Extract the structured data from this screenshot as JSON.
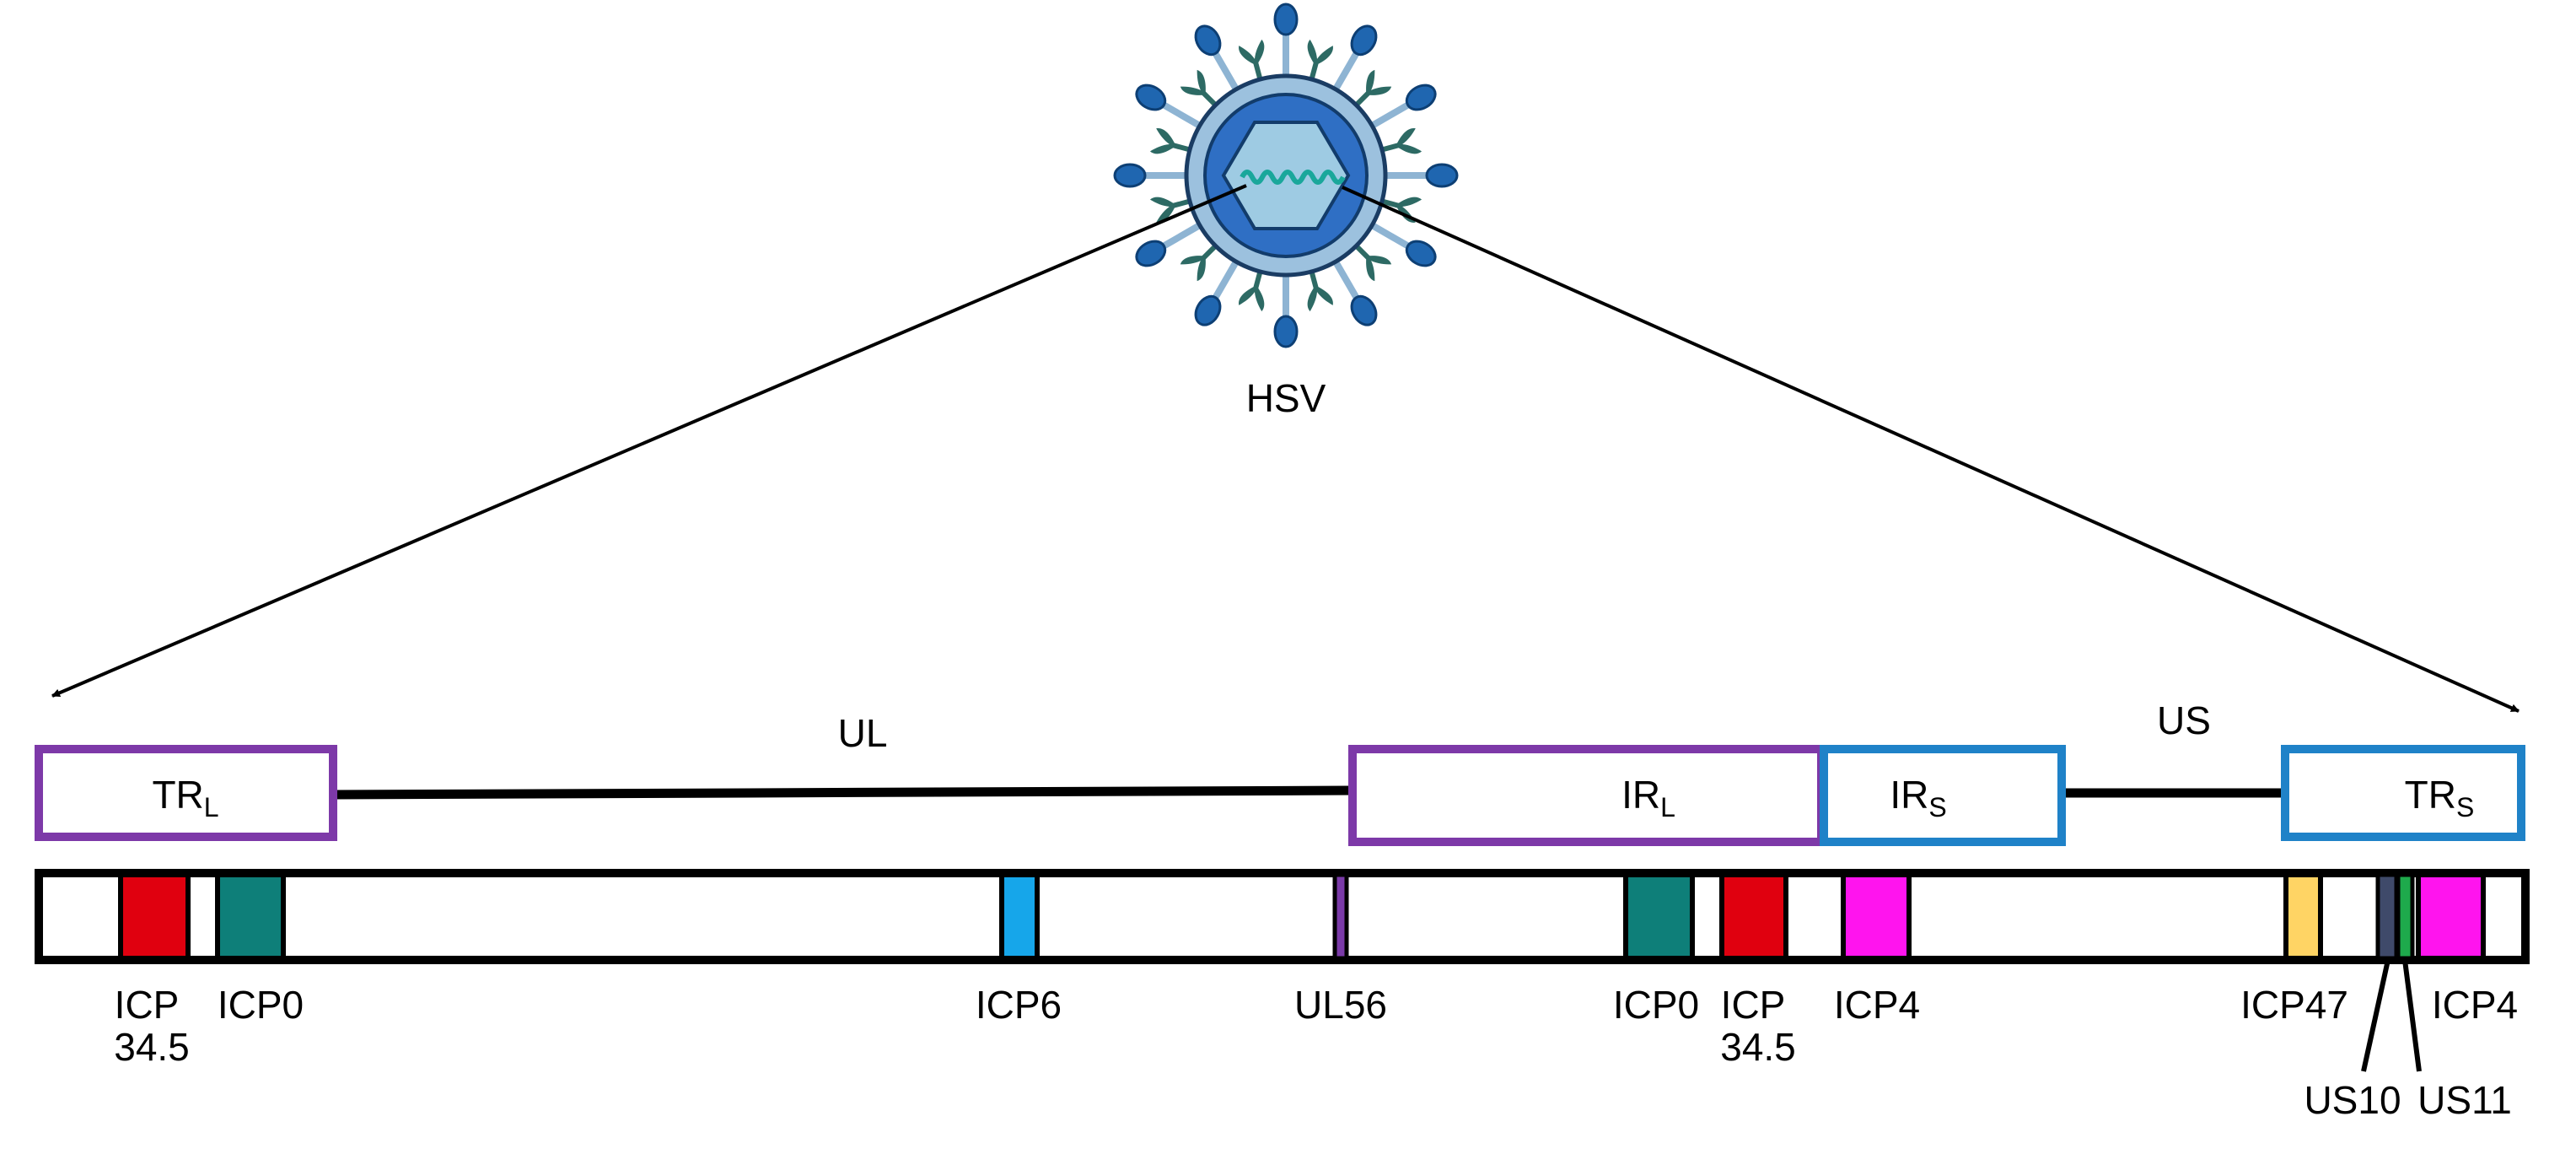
{
  "virus": {
    "label": "HSV",
    "colors": {
      "capsid_outer": "#2f6fc4",
      "capsid_inner": "#9ecbe3",
      "envelope": "#9cc1de",
      "spike": "#1f66b0",
      "glycoprotein": "#2d6a64",
      "dna": "#1aa79b"
    }
  },
  "regions": {
    "top_labels": {
      "ul": "UL",
      "us": "US"
    },
    "trl": {
      "main": "TR",
      "sub": "L",
      "color": "#7d39a8"
    },
    "irl": {
      "main": "IR",
      "sub": "L",
      "color": "#7d39a8"
    },
    "irs": {
      "main": "IR",
      "sub": "S",
      "color": "#1f82c8"
    },
    "trs": {
      "main": "TR",
      "sub": "S",
      "color": "#1f82c8"
    }
  },
  "genes": {
    "icp345_left": {
      "line1": "ICP",
      "line2": "34.5",
      "color": "#e0000f"
    },
    "icp0_left": {
      "label": "ICP0",
      "color": "#0e7f79"
    },
    "icp6": {
      "label": "ICP6",
      "color": "#16a6ea"
    },
    "ul56": {
      "label": "UL56",
      "color": "#7a3aa8"
    },
    "icp0_right": {
      "label": "ICP0",
      "color": "#0e7f79"
    },
    "icp345_right": {
      "line1": "ICP",
      "line2": "34.5",
      "color": "#e0000f"
    },
    "icp4_left": {
      "label": "ICP4",
      "color": "#ff14ee"
    },
    "icp47": {
      "label": "ICP47",
      "color": "#ffd464"
    },
    "us10": {
      "label": "US10",
      "color": "#3f4a6a"
    },
    "us11": {
      "label": "US11",
      "color": "#1eaa4c"
    },
    "icp4_right": {
      "label": "ICP4",
      "color": "#ff14ee"
    }
  }
}
